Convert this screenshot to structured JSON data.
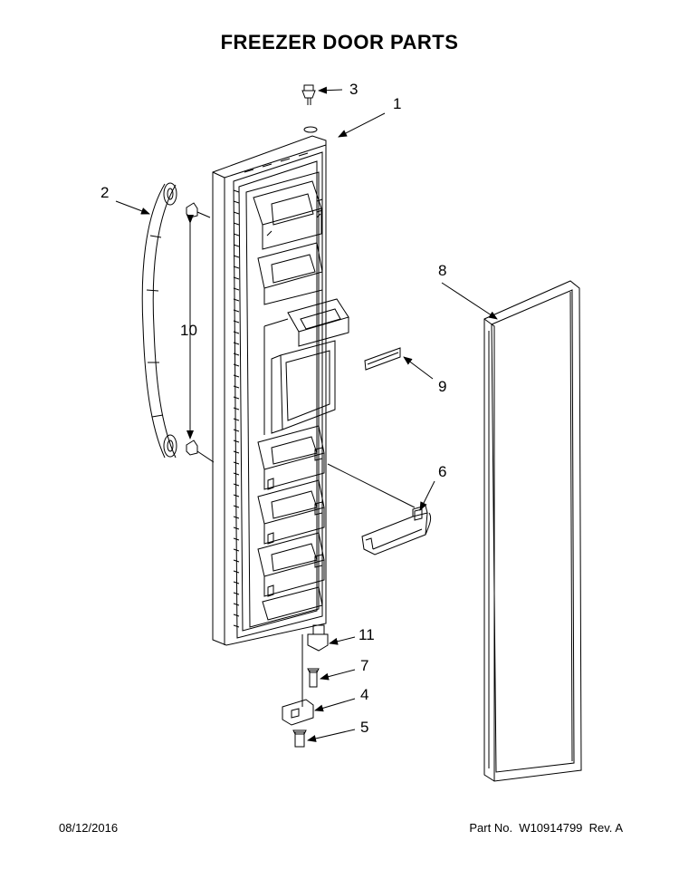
{
  "title": "FREEZER DOOR PARTS",
  "callouts": {
    "c1": "1",
    "c2": "2",
    "c3": "3",
    "c4": "4",
    "c5": "5",
    "c6": "6",
    "c7": "7",
    "c8": "8",
    "c9": "9",
    "c10": "10",
    "c11": "11"
  },
  "footer": {
    "date": "08/12/2016",
    "part_label": "Part No.",
    "part_number": "W10914799",
    "revision": "Rev. A"
  }
}
